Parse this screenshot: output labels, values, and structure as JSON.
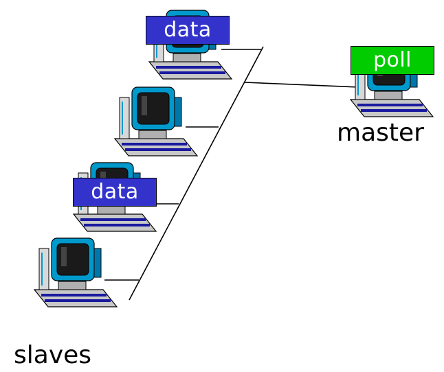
{
  "diagram": {
    "master_label": "master",
    "slaves_label": "slaves",
    "master_tag": "poll",
    "slave_tags": [
      "data",
      "data"
    ],
    "colors": {
      "data_tag": "#3333cc",
      "poll_tag": "#00cc00",
      "monitor_screen": "#1a1a1a",
      "monitor_bezel": "#0099cc",
      "device_body": "#c8c8c8",
      "keyboard": "#1a1aa0",
      "cable": "#000000"
    },
    "icons": [
      "computer-icon"
    ]
  }
}
